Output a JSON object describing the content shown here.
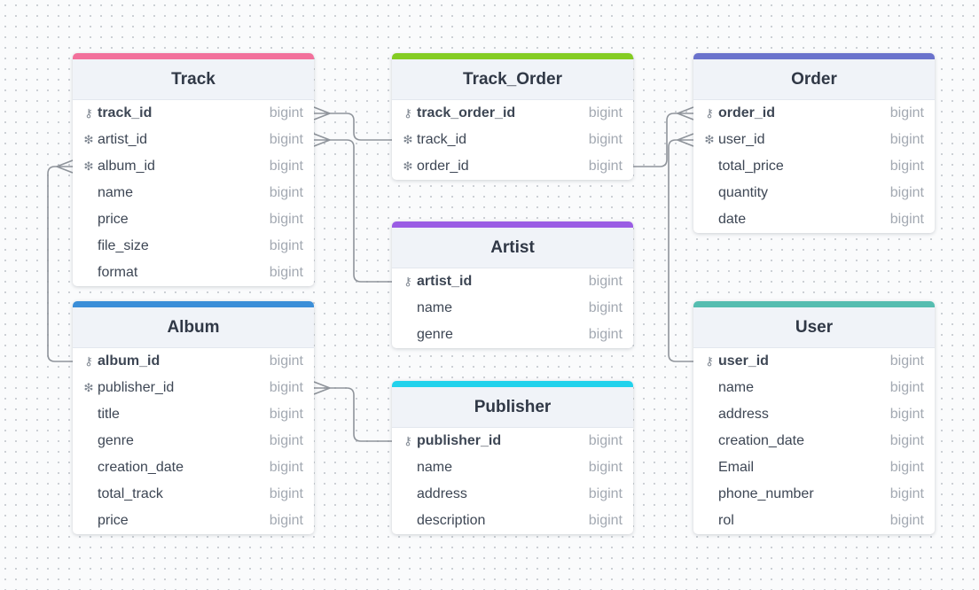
{
  "colors": {
    "track": "#f2709b",
    "track_order": "#84cc22",
    "order": "#6a72cc",
    "artist": "#9a5de4",
    "album": "#3b8ed8",
    "publisher": "#22d2ec",
    "user": "#55bdb0",
    "edge": "#8f949b"
  },
  "icons": {
    "primary_key": "key-icon",
    "foreign_key": "snowflake-icon"
  },
  "tables": {
    "track": {
      "title": "Track",
      "fields": [
        {
          "name": "track_id",
          "type": "bigint",
          "key": "pk"
        },
        {
          "name": "artist_id",
          "type": "bigint",
          "key": "fk"
        },
        {
          "name": "album_id",
          "type": "bigint",
          "key": "fk"
        },
        {
          "name": "name",
          "type": "bigint",
          "key": ""
        },
        {
          "name": "price",
          "type": "bigint",
          "key": ""
        },
        {
          "name": "file_size",
          "type": "bigint",
          "key": ""
        },
        {
          "name": "format",
          "type": "bigint",
          "key": ""
        }
      ]
    },
    "track_order": {
      "title": "Track_Order",
      "fields": [
        {
          "name": "track_order_id",
          "type": "bigint",
          "key": "pk"
        },
        {
          "name": "track_id",
          "type": "bigint",
          "key": "fk"
        },
        {
          "name": "order_id",
          "type": "bigint",
          "key": "fk"
        }
      ]
    },
    "order": {
      "title": "Order",
      "fields": [
        {
          "name": "order_id",
          "type": "bigint",
          "key": "pk"
        },
        {
          "name": "user_id",
          "type": "bigint",
          "key": "fk"
        },
        {
          "name": "total_price",
          "type": "bigint",
          "key": ""
        },
        {
          "name": "quantity",
          "type": "bigint",
          "key": ""
        },
        {
          "name": "date",
          "type": "bigint",
          "key": ""
        }
      ]
    },
    "artist": {
      "title": "Artist",
      "fields": [
        {
          "name": "artist_id",
          "type": "bigint",
          "key": "pk"
        },
        {
          "name": "name",
          "type": "bigint",
          "key": ""
        },
        {
          "name": "genre",
          "type": "bigint",
          "key": ""
        }
      ]
    },
    "album": {
      "title": "Album",
      "fields": [
        {
          "name": "album_id",
          "type": "bigint",
          "key": "pk"
        },
        {
          "name": "publisher_id",
          "type": "bigint",
          "key": "fk"
        },
        {
          "name": "title",
          "type": "bigint",
          "key": ""
        },
        {
          "name": "genre",
          "type": "bigint",
          "key": ""
        },
        {
          "name": "creation_date",
          "type": "bigint",
          "key": ""
        },
        {
          "name": "total_track",
          "type": "bigint",
          "key": ""
        },
        {
          "name": "price",
          "type": "bigint",
          "key": ""
        }
      ]
    },
    "publisher": {
      "title": "Publisher",
      "fields": [
        {
          "name": "publisher_id",
          "type": "bigint",
          "key": "pk"
        },
        {
          "name": "name",
          "type": "bigint",
          "key": ""
        },
        {
          "name": "address",
          "type": "bigint",
          "key": ""
        },
        {
          "name": "description",
          "type": "bigint",
          "key": ""
        }
      ]
    },
    "user": {
      "title": "User",
      "fields": [
        {
          "name": "user_id",
          "type": "bigint",
          "key": "pk"
        },
        {
          "name": "name",
          "type": "bigint",
          "key": ""
        },
        {
          "name": "address",
          "type": "bigint",
          "key": ""
        },
        {
          "name": "creation_date",
          "type": "bigint",
          "key": ""
        },
        {
          "name": "Email",
          "type": "bigint",
          "key": ""
        },
        {
          "name": "phone_number",
          "type": "bigint",
          "key": ""
        },
        {
          "name": "rol",
          "type": "bigint",
          "key": ""
        }
      ]
    }
  },
  "relations": [
    {
      "from": "track_order.track_id",
      "to": "track.track_id"
    },
    {
      "from": "artist.artist_id",
      "to": "track.artist_id"
    },
    {
      "from": "album.album_id",
      "to": "track.album_id"
    },
    {
      "from": "publisher.publisher_id",
      "to": "album.publisher_id"
    },
    {
      "from": "track_order.order_id",
      "to": "order.order_id"
    },
    {
      "from": "user.user_id",
      "to": "order.user_id"
    }
  ]
}
